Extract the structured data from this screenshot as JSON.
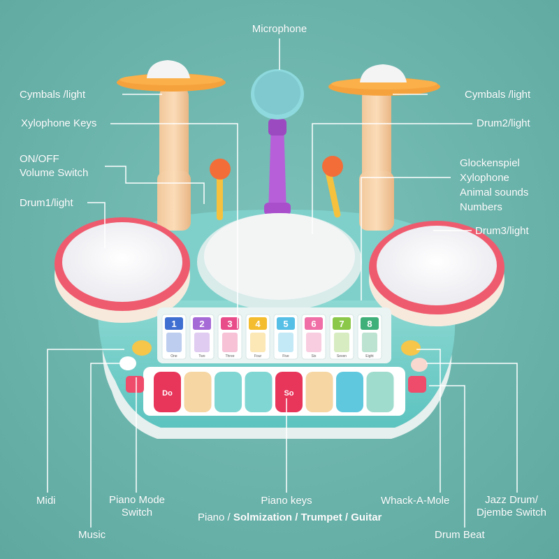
{
  "labels": {
    "microphone": "Microphone",
    "cymbals_left": "Cymbals /light",
    "cymbals_right": "Cymbals /light",
    "xylophone_keys": "Xylophone  Keys",
    "drum2": "Drum2/light",
    "on_off_1": "ON/OFF",
    "on_off_2": "Volume Switch",
    "glockenspiel": "Glockenspiel",
    "xylophone": "Xylophone",
    "animal_sounds": "Animal sounds",
    "numbers": "Numbers",
    "drum1": "Drum1/light",
    "drum3": "Drum3/light",
    "midi": "Midi",
    "piano_mode_1": "Piano Mode",
    "piano_mode_2": "Switch",
    "music": "Music",
    "piano_keys": "Piano keys",
    "piano_modes_a": "Piano / ",
    "piano_modes_b": "Solmization / Trumpet / Guitar",
    "whack": "Whack-A-Mole",
    "jazz_1": "Jazz Drum/",
    "jazz_2": "Djembe Switch",
    "drum_beat": "Drum Beat"
  },
  "toy": {
    "xylophone_numbers": [
      "1",
      "2",
      "3",
      "4",
      "5",
      "6",
      "7",
      "8"
    ],
    "xylophone_words": [
      "One",
      "Two",
      "Three",
      "Four",
      "Five",
      "Six",
      "Seven",
      "Eight"
    ],
    "xylophone_colors": [
      "#3f6fd1",
      "#a66ad6",
      "#e84d8a",
      "#f4bd2f",
      "#55bfe6",
      "#ef6fa6",
      "#8bc84a",
      "#3fb07a"
    ],
    "piano_key_colors": [
      "#e8355a",
      "#f6d6a3",
      "#7fd6d2",
      "#7fd6d2",
      "#e8355a",
      "#f6d6a3",
      "#5fc8de",
      "#9fdccd"
    ],
    "piano_key_text": [
      "Do",
      "",
      "",
      "",
      "So",
      "",
      "",
      ""
    ]
  }
}
